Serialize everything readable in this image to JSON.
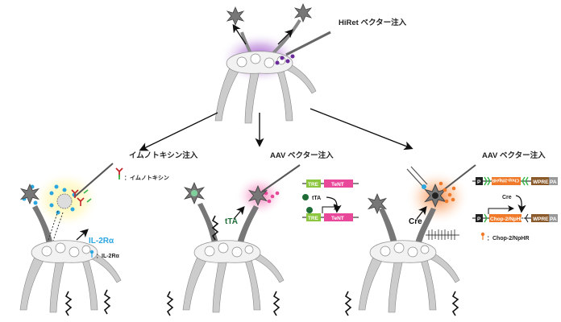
{
  "top": {
    "label": "HiRet ベクター注入"
  },
  "left_panel": {
    "label": "イムノトキシン注入",
    "legend_immunotoxin": "：イムノトキシン",
    "receptor_label": "IL-2Rα",
    "legend_receptor": "：IL-2Rα"
  },
  "center_panel": {
    "label": "AAV ベクター注入",
    "tta_label": "tTA",
    "construct": {
      "promoter": "TRE",
      "gene": "TeNT",
      "activator": "tTA"
    }
  },
  "right_panel": {
    "label": "AAV ベクター注入",
    "cre_label": "Cre",
    "construct": {
      "promoter": "P",
      "gene_inverted": "Chop-2/NpHR",
      "gene": "Chop-2/NpHR",
      "wpre": "WPRE",
      "pa": "PA",
      "recombinase": "Cre"
    },
    "legend_opsin": "：Chop-2/NpHR"
  },
  "colors": {
    "purple": "#7b2f9e",
    "pink": "#e8479a",
    "green": "#8cc63f",
    "orange": "#f07a2a",
    "brown": "#8b5a2b",
    "blue": "#2aa7e0",
    "dark_green": "#1e6b35"
  }
}
